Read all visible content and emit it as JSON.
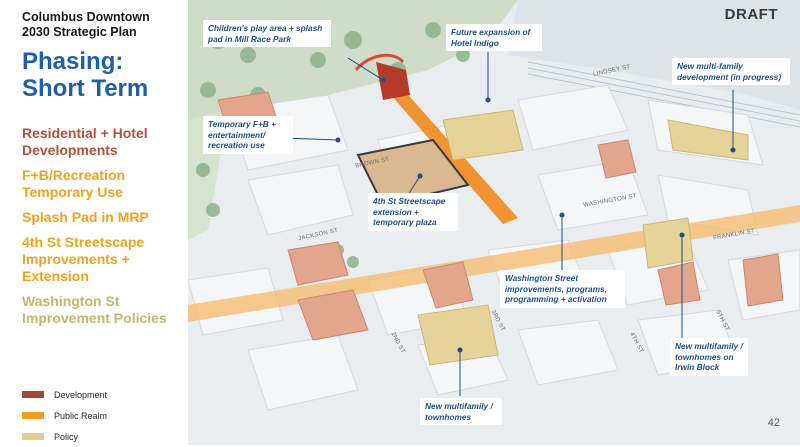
{
  "title": "Columbus Downtown\n2030 Strategic Plan",
  "title_lines": [
    "Columbus Downtown",
    "2030 Strategic Plan"
  ],
  "heading_lines": [
    "Phasing:",
    "Short Term"
  ],
  "draft_label": "DRAFT",
  "page_number": "42",
  "phase_items": [
    {
      "label": "Residential + Hotel Developments",
      "color": "#b5503b"
    },
    {
      "label": "F+B/Recreation Temporary Use",
      "color": "#f2a11e"
    },
    {
      "label": "Splash Pad in MRP",
      "color": "#f2a11e"
    },
    {
      "label": "4th St Streetscape Improvements + Extension",
      "color": "#f2a11e"
    },
    {
      "label": "Washington St Improvement Policies",
      "color": "#c7b56a"
    }
  ],
  "legend": [
    {
      "label": "Development",
      "color": "#a0483a"
    },
    {
      "label": "Public Realm",
      "color": "#f59b1f"
    },
    {
      "label": "Policy",
      "color": "#e3cd8a"
    }
  ],
  "callouts": {
    "childrens_play": "Children's play area + splash pad in Mill Race Park",
    "hotel_indigo": "Future expansion of Hotel Indigo",
    "temporary_fb": "Temporary F+B + entertainment/ recreation use",
    "multifamily_progress": "New multi-family development (in progress)",
    "fourth_st": "4th St Streetscape extension + temporary plaza",
    "washington_st": "Washington Street improvements, programs, programming + activation",
    "irwin_block": "New multifamily / townhomes on Irwin Block",
    "new_multifamily": "New multifamily / townhomes"
  },
  "streets": {
    "lindsey": "LINDSEY ST",
    "brown": "BROWN ST",
    "washington": "WASHINGTON ST",
    "franklin": "FRANKLIN ST",
    "jackson": "JACKSON ST",
    "third": "3RD ST",
    "second": "2ND ST",
    "fourth": "4TH ST",
    "fifth": "5TH ST"
  }
}
